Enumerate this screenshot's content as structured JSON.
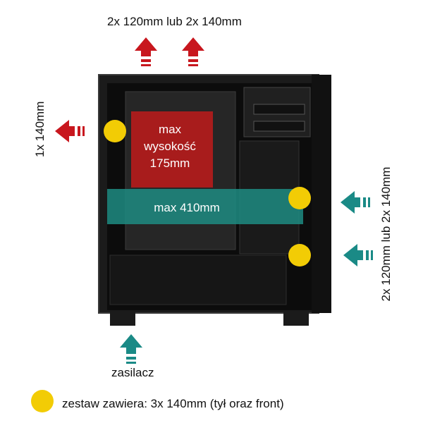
{
  "labels": {
    "top_fans": "2x 120mm lub 2x 140mm",
    "rear_fan": "1x 140mm",
    "front_fans": "2x 120mm lub 2x 140mm",
    "psu": "zasilacz",
    "legend": "zestaw zawiera: 3x 140mm (tył oraz front)",
    "cooler_height_line1": "max",
    "cooler_height_line2": "wysokość",
    "cooler_height_line3": "175mm",
    "gpu_length": "max 410mm"
  },
  "colors": {
    "top_arrow": "#c8171e",
    "rear_arrow": "#c8171e",
    "front_arrow": "#1a8a86",
    "psu_arrow": "#1a8a86",
    "fan_dot": "#f2cc05",
    "cooler_zone": "#b71c1c",
    "gpu_zone": "#1f8c83",
    "case_body": "#1b1b1b"
  },
  "icons": [
    "arrow-up-icon",
    "arrow-left-icon",
    "fan-dot-icon"
  ]
}
